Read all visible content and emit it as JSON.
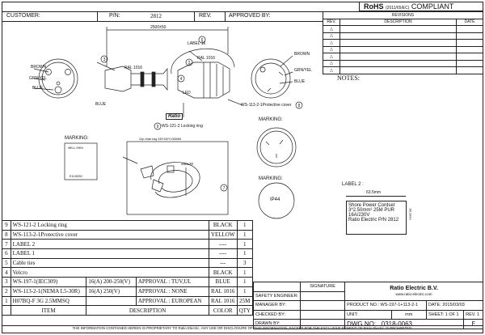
{
  "header": {
    "customer_label": "CUSTOMER:",
    "pn_label": "P/N:",
    "pn_value": "2812",
    "rev_label": "REV.",
    "approved_label": "APPROVED BY:",
    "rohs_bold": "RoHS",
    "rohs_small": "(2011/65/EC)",
    "rohs_tail": "COMPLIANT"
  },
  "revisions": {
    "title": "REVISIONS",
    "col_rev": "REV.",
    "col_desc": "DESCRIPTION",
    "col_date": "DATE"
  },
  "notes_label": "NOTES:",
  "drawing": {
    "length_dim": "2500±50",
    "label_16": "LABEL 16",
    "ral_1016_a": "RAL 1016",
    "ral_1016_b": "RAL 1016",
    "brown_left": "BROWN",
    "grnyel_left": "GRN/YEL",
    "blue_left": "BLUE",
    "blue_cable": "BLUE",
    "led": "LED",
    "brown_right": "BROWN",
    "grnyel_right": "GRN/YEL",
    "blue_right": "BLUE",
    "ws113": "WS-113-2-1Protective cover",
    "ws121": "WS-121-2 Locking ring",
    "marking_left": "MARKING:",
    "marking_right1": "MARKING:",
    "marking_right2": "MARKING:",
    "clip_note": "Clip chain bag 330*430*0.006MM",
    "dim_250": "250±30",
    "ip44": "IP44",
    "e_mark": "E115330",
    "well_shin": "WELL SHIN"
  },
  "label2": {
    "title": "LABEL 2 :",
    "width_dim": "63.5mm",
    "height_dim": "38.1mm",
    "line1": "Shore Power Cordset",
    "line2": "3*2.50mm²  25M PUR",
    "line3": "16A/230V",
    "line4": "Ratio Electric P/N 2812"
  },
  "parts": [
    {
      "no": "9",
      "item": "WS-121-2 Locking ring",
      "color": "BLACK",
      "qty": "1"
    },
    {
      "no": "8",
      "item": "WS-113-2-1Protective cover",
      "color": "YELLOW",
      "qty": "1"
    },
    {
      "no": "7",
      "item": "LABEL 2",
      "color": "----",
      "qty": "1"
    },
    {
      "no": "6",
      "item": "LABEL 1",
      "color": "----",
      "qty": "1"
    },
    {
      "no": "5",
      "item": "Cable ties",
      "color": "---",
      "qty": "3"
    },
    {
      "no": "4",
      "item": "Velcro",
      "color": "BLACK",
      "qty": "1"
    },
    {
      "no": "3",
      "item": "WS-197-1(IEC309)",
      "spec": "16(A) 200-250(V)",
      "approval": "APPROVAL : TUV,UL",
      "color": "BLUE",
      "qty": "1"
    },
    {
      "no": "2",
      "item": "WS-113-2-1(NEMA L5-30R)",
      "spec": "16(A) 250(V)",
      "approval": "APPROVAL : NONE",
      "color": "RAL 1016",
      "qty": "1"
    },
    {
      "no": "1",
      "item": "H07BQ-F 3G 2.5MMSQ",
      "spec": "",
      "approval": "APPROVAL : EUROPEAN",
      "color": "RAL 1016",
      "qty": "25M"
    }
  ],
  "parts_header": {
    "item": "ITEM",
    "description": "DESCRIPTION",
    "color": "COLOR",
    "qty": "QTY"
  },
  "title_block": {
    "safety_engineer": "SAFETY ENGINEER:",
    "manager_by": "MANAGER BY:",
    "checked_by": "CHECKED BY:",
    "drawn_by": "DRAWN BY:",
    "signature": "SIGNATURE",
    "company": "Ratio Electric B.V.",
    "website": "www.ratio-electric.com",
    "product_no_label": "PRODUCT NO.:",
    "product_no": "WS-197-1+113-2-1",
    "date_label": "DATE:",
    "date": "2015/03/03",
    "unit_label": "UNIT:",
    "unit": "mm",
    "sheet_label": "SHEET:",
    "sheet": "1  OF  1",
    "rev_label": "REV.",
    "rev": "1",
    "dwg_label": "DWG NO:",
    "dwg_no": "0318-0063",
    "size": "F"
  },
  "footer": "THE INFORMATION CONTAINED HEREIN IS PROPRIETARY TO Ratio Electric. ANY USE OR DISCLOSURE OF THIS INFORMATION, EXCEPT FOR THE EXCLUSIVE BENEFIT OF Ratio Electric IS PROHIBITED."
}
